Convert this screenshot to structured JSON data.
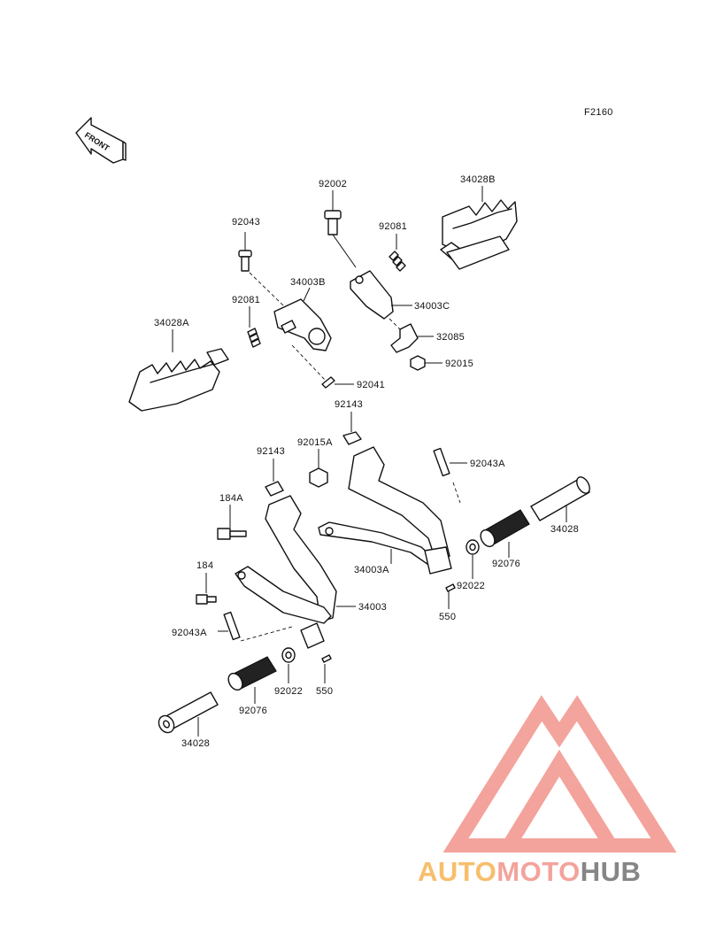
{
  "diagram_code": "F2160",
  "front_label": "FRONT",
  "callouts": {
    "p92002": "92002",
    "p34028B": "34028B",
    "p92043_top": "92043",
    "p92081_right": "92081",
    "p34003B": "34003B",
    "p34003C": "34003C",
    "p92081_left": "92081",
    "p34028A": "34028A",
    "p32085": "32085",
    "p92015": "92015",
    "p92041": "92041",
    "p92143_upper": "92143",
    "p92143_lower": "92143",
    "p92015A": "92015A",
    "p92043A_right": "92043A",
    "p184A": "184A",
    "p34028_right": "34028",
    "p34003A": "34003A",
    "p92076_right": "92076",
    "p92022_right": "92022",
    "p184": "184",
    "p34003": "34003",
    "p550_right": "550",
    "p92043A_left": "92043A",
    "p92022_left": "92022",
    "p550_left": "550",
    "p92076_left": "92076",
    "p34028_left": "34028"
  },
  "watermark": {
    "part1": "AUTO",
    "part2": "MOTO",
    "part3": "HUB",
    "colors": {
      "auto": "#f7b75c",
      "moto": "#f29a92",
      "hub": "#7a7a7a",
      "triangle": "#f29a92"
    }
  }
}
